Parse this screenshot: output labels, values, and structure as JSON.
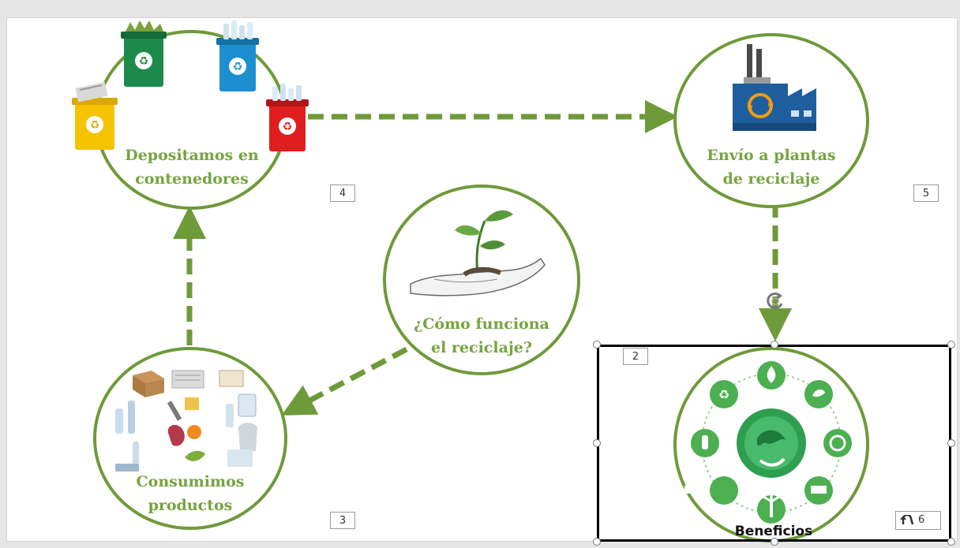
{
  "steps": [
    {
      "id": "depositamos",
      "lines": [
        "Depositamos en",
        "contenedores"
      ],
      "number": "4"
    },
    {
      "id": "envio",
      "lines": [
        "Envío a plantas",
        "de reciclaje"
      ],
      "number": "5"
    },
    {
      "id": "como",
      "lines": [
        "¿Cómo funciona",
        "el reciclaje?"
      ],
      "number": "2"
    },
    {
      "id": "consumimos",
      "lines": [
        "Consumimos",
        "productos"
      ],
      "number": "3"
    },
    {
      "id": "beneficios",
      "title": "Beneficios",
      "number": "6"
    }
  ],
  "colors": {
    "green_border": "#6e9a3a",
    "green_text": "#76a33f",
    "arrow": "#6e9a3a",
    "bin_green": "#1b8a4a",
    "bin_blue": "#1d8fd1",
    "bin_yellow": "#f5c400",
    "bin_red": "#e01e1e",
    "factory": "#1f5e9e",
    "benefit_green": "#4caf50"
  },
  "icons": {
    "bins": [
      "green-bin-icon",
      "blue-bin-icon",
      "yellow-bin-icon",
      "red-bin-icon"
    ],
    "factory": "factory-icon",
    "plant": "plant-in-hand-icon",
    "products": "products-collage-icon",
    "benefits": "benefits-wheel-icon",
    "rotate": "rotate-handle-icon",
    "undo": "undo-icon"
  }
}
